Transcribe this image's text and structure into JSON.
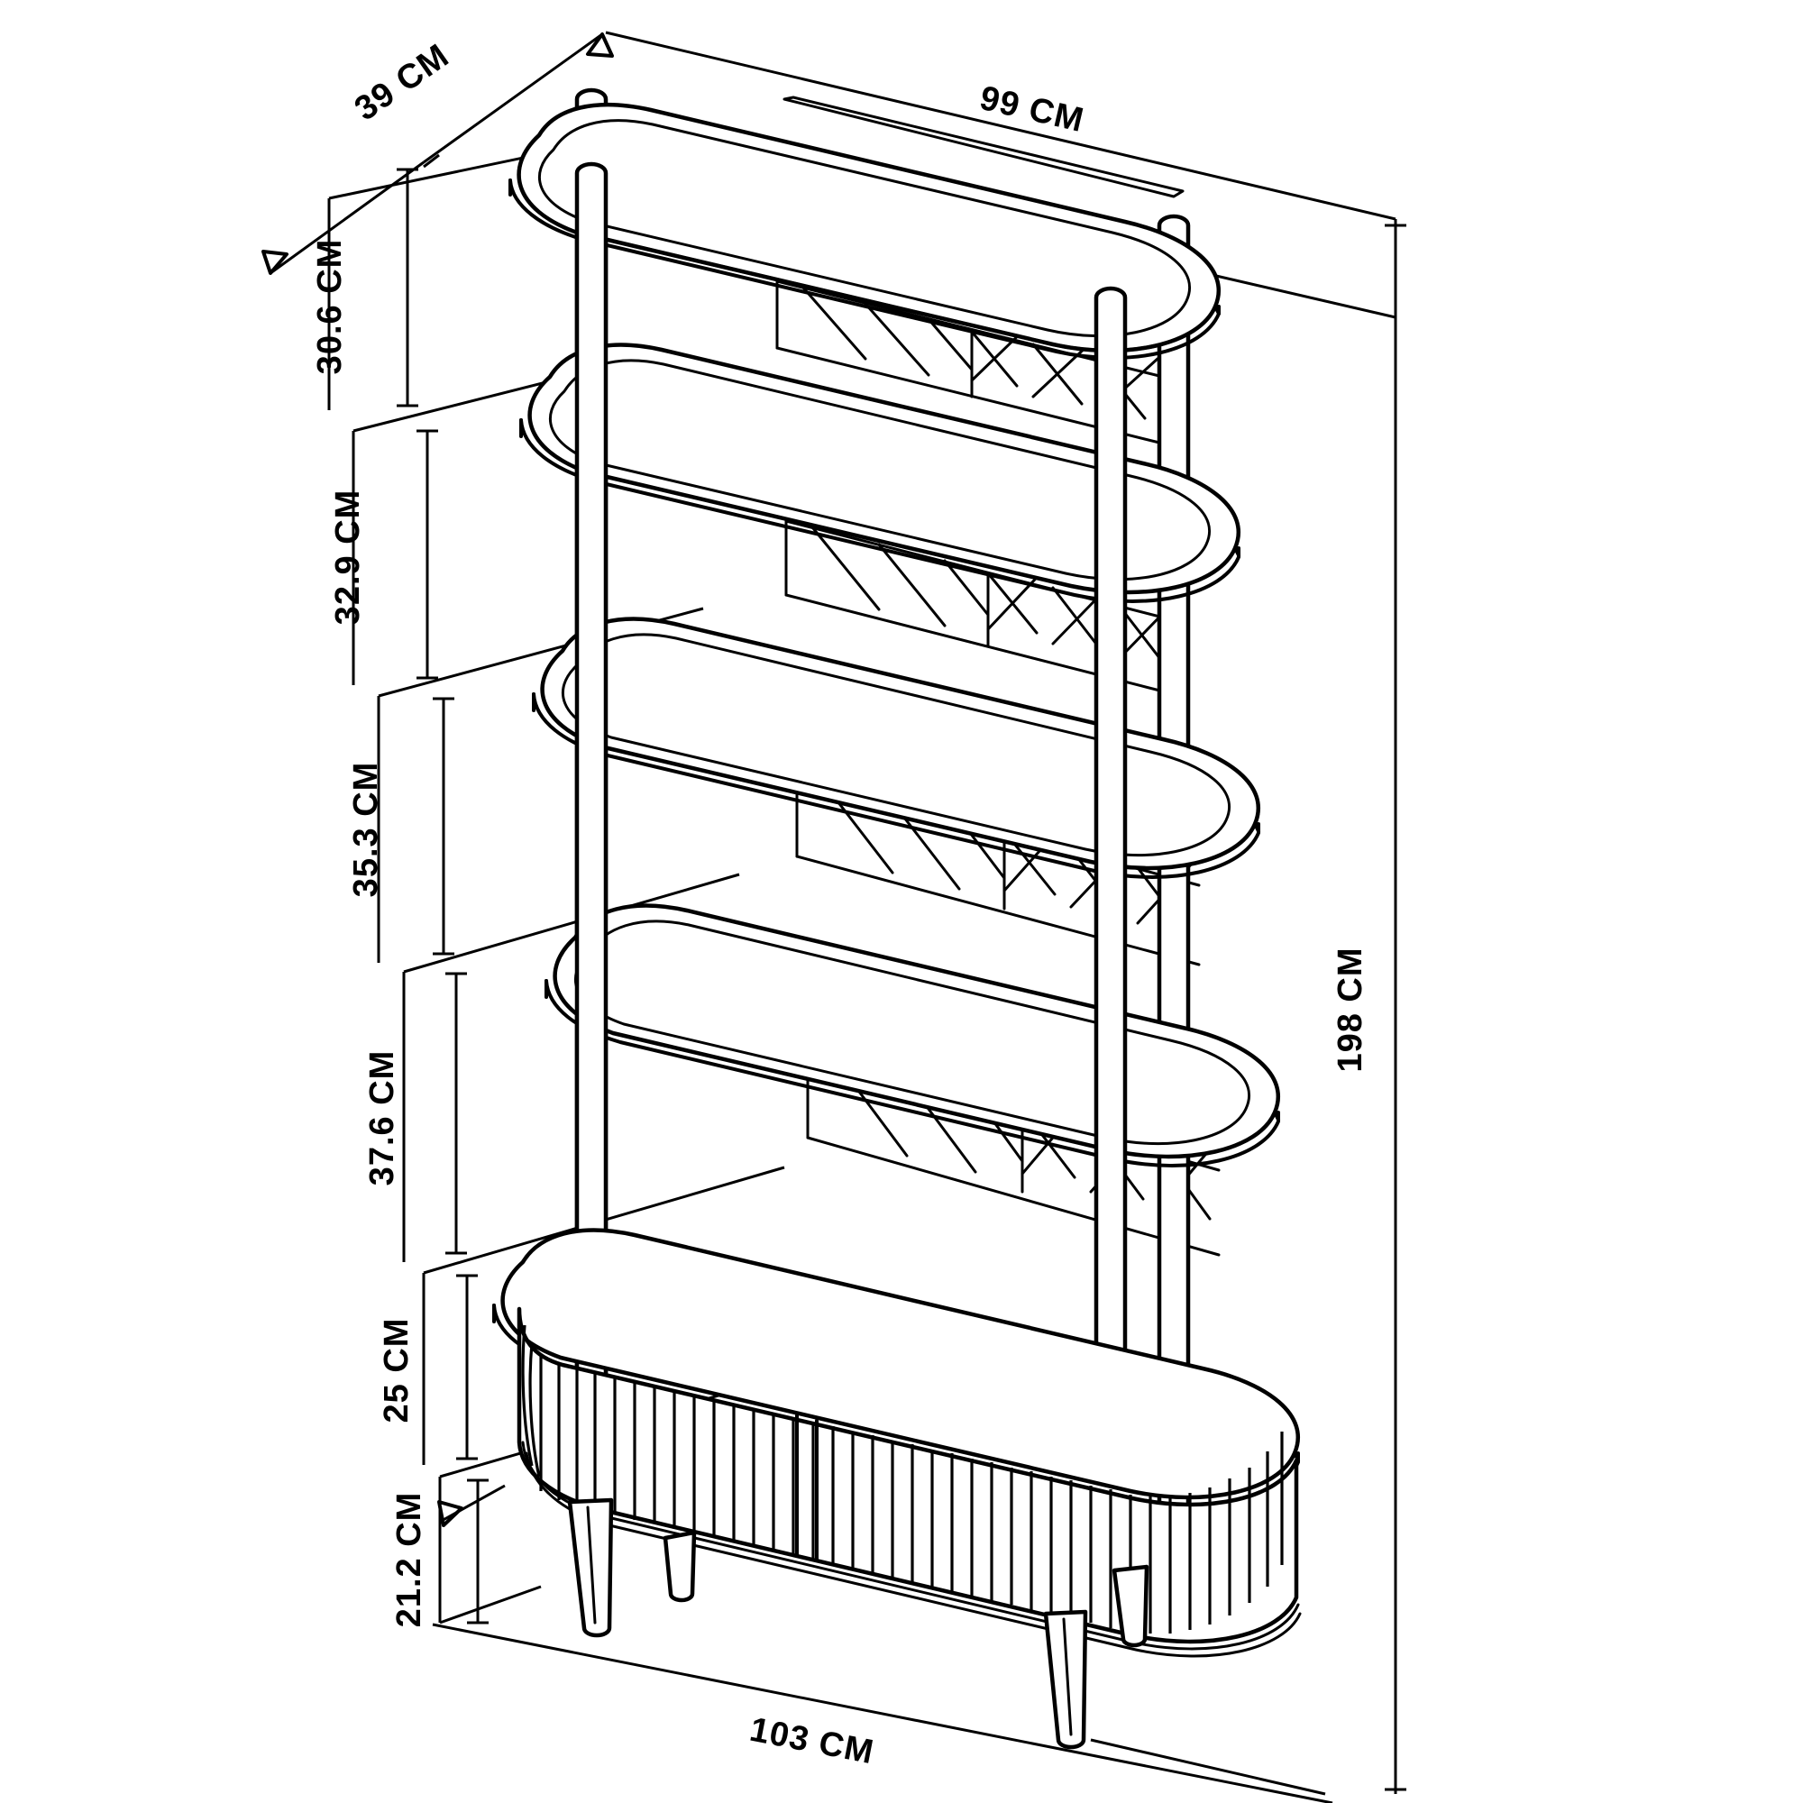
{
  "drawing": {
    "title": "Oval Shelving Unit Dimension Drawing",
    "units": "CM",
    "line_color": "#000000",
    "background_color": "#ffffff",
    "product_type": "5-tier oval bookcase with fluted base cabinet"
  },
  "dimensions": {
    "depth_top": "39 CM",
    "width_top": "99 CM",
    "total_height": "198 CM",
    "width_base": "103 CM",
    "tier_1": "30.6 CM",
    "tier_2": "32.9 CM",
    "tier_3": "35.3 CM",
    "tier_4": "37.6 CM",
    "cabinet": "25 CM",
    "legs": "21.2 CM"
  },
  "labels": {
    "depth_top": "39 CM",
    "width_top": "99 CM",
    "total_height": "198 CM",
    "width_base": "103 CM",
    "tier_1": "30.6 CM",
    "tier_2": "32.9 CM",
    "tier_3": "35.3 CM",
    "tier_4": "37.6 CM",
    "cabinet": "25 CM",
    "legs": "21.2 CM"
  },
  "components": {
    "shelves": [
      {
        "name": "top-shelf",
        "order": 1
      },
      {
        "name": "shelf-2",
        "order": 2
      },
      {
        "name": "shelf-3",
        "order": 3
      },
      {
        "name": "shelf-4",
        "order": 4
      },
      {
        "name": "cabinet-top",
        "order": 5
      }
    ],
    "posts": 4,
    "back_panel_pattern": "chevron",
    "cabinet_finish": "fluted",
    "cabinet_doors": 2,
    "legs": 4
  }
}
